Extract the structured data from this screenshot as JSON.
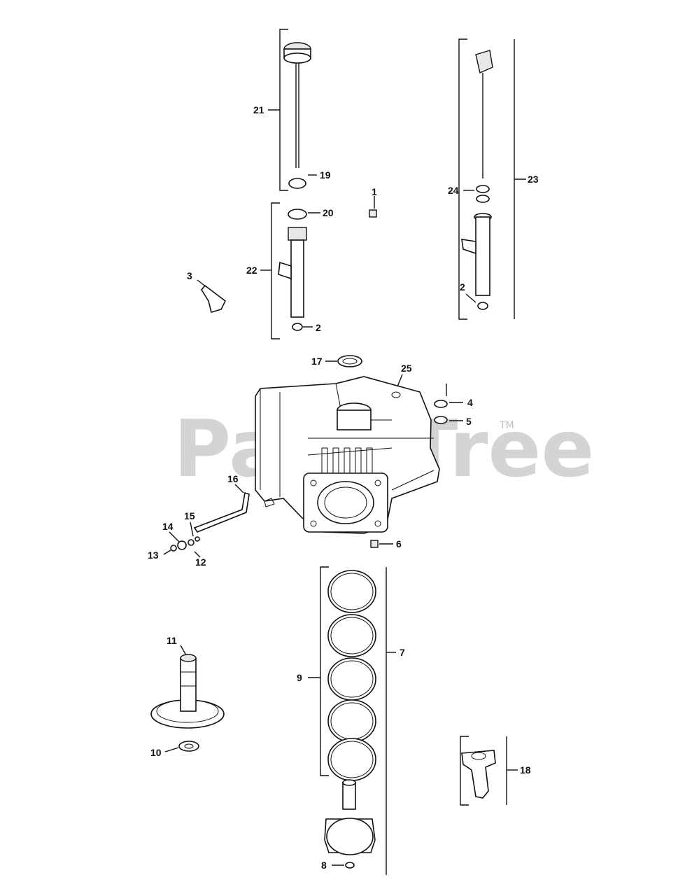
{
  "watermark": {
    "text": "PartsTree",
    "trademark": "TM"
  },
  "callouts": {
    "c1": "1",
    "c2a": "2",
    "c2b": "2",
    "c3": "3",
    "c4": "4",
    "c5": "5",
    "c6": "6",
    "c7": "7",
    "c8": "8",
    "c9": "9",
    "c10": "10",
    "c11": "11",
    "c12": "12",
    "c13": "13",
    "c14": "14",
    "c15": "15",
    "c16": "16",
    "c17": "17",
    "c18": "18",
    "c19": "19",
    "c20": "20",
    "c21": "21",
    "c22": "22",
    "c23": "23",
    "c24": "24",
    "c25": "25"
  }
}
